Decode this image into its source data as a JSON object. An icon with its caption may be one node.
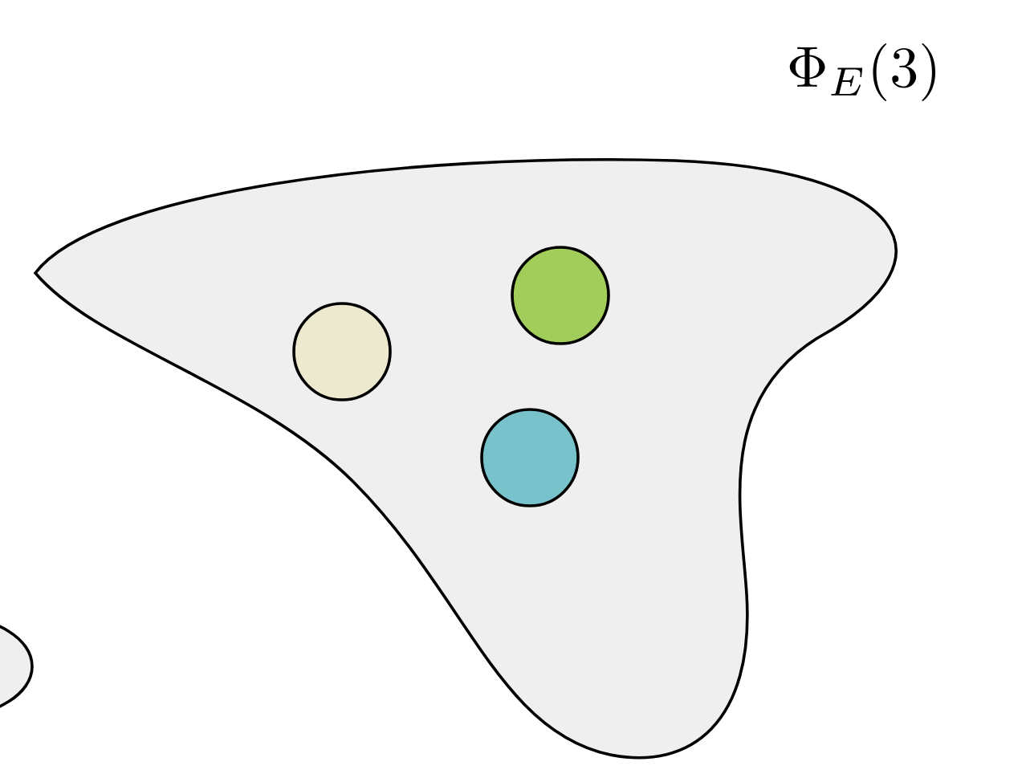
{
  "diagram": {
    "nodes": [
      {
        "text": [
          "\\Phi_E(3)"
        ]
      },
      {
        "text": [],
        "shape": "circle",
        "in": 0
      },
      {
        "text": [],
        "shape": "circle",
        "in": 0
      },
      {
        "text": [],
        "shape": "circle",
        "in": 0
      },
      {
        "text": [],
        "shape": "cloud"
      }
    ]
  }
}
